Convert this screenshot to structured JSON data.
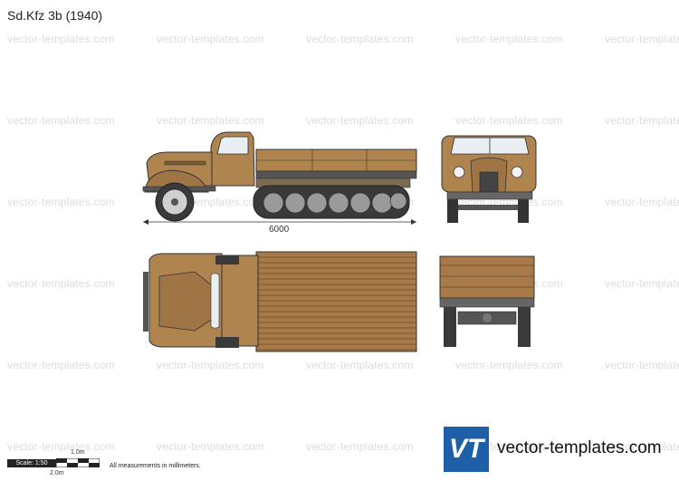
{
  "title": "Sd.Kfz 3b (1940)",
  "watermark": "vector-templates.com",
  "dimension_length": "6000",
  "scale": {
    "label": "Scale: 1:50",
    "one_meter": "1.0m",
    "two_meter": "2.0m"
  },
  "note": "All measurements in millimeters.",
  "brand": {
    "logo_letters": "VT",
    "site": "vector-templates.com"
  },
  "colors": {
    "body_tan": "#b0844f",
    "wood_plank": "#a87a4a",
    "track_dark": "#3a3a3a",
    "logo_blue": "#1f5fa8"
  }
}
